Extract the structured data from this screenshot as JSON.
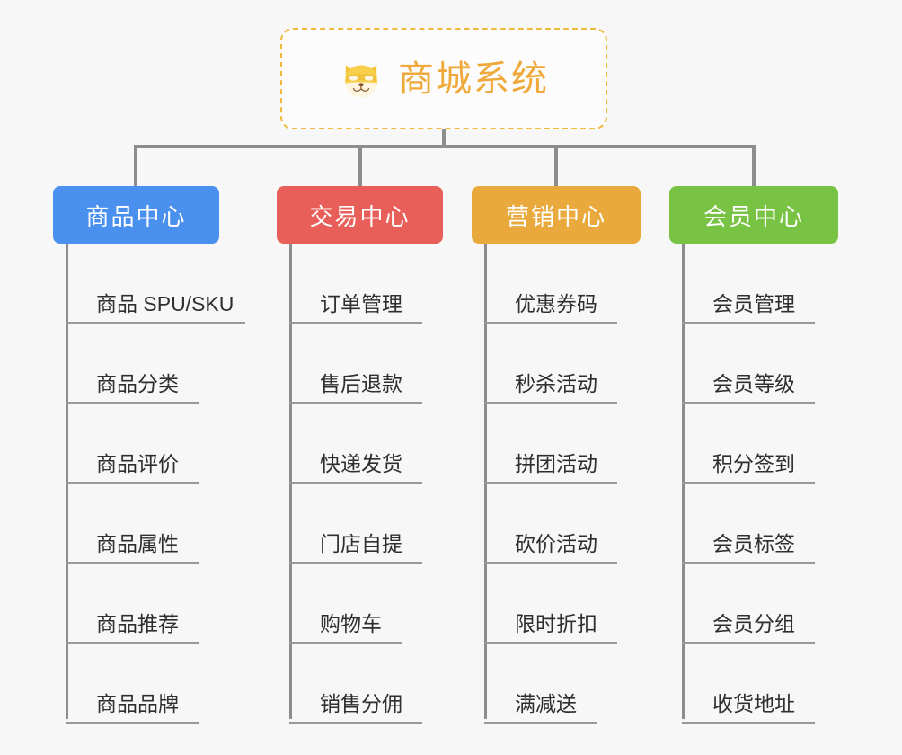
{
  "diagram": {
    "type": "mindmap-tree",
    "background_color": "#f7f7f7",
    "root": {
      "label": "商城系统",
      "icon": "dog-face-icon",
      "text_color": "#efa93a",
      "border_color": "#f0b93c",
      "border_style": "dashed",
      "background_color": "#fcfcfc"
    },
    "connector_color": "#8d8d8d",
    "leaf_underline_color": "#9a9a9a",
    "leaf_text_color": "#2f2f2f",
    "branches": [
      {
        "label": "商品中心",
        "color": "#4a90ee",
        "items": [
          "商品 SPU/SKU",
          "商品分类",
          "商品评价",
          "商品属性",
          "商品推荐",
          "商品品牌"
        ]
      },
      {
        "label": "交易中心",
        "color": "#e85f5a",
        "items": [
          "订单管理",
          "售后退款",
          "快递发货",
          "门店自提",
          "购物车",
          "销售分佣"
        ]
      },
      {
        "label": "营销中心",
        "color": "#e9a93c",
        "items": [
          "优惠券码",
          "秒杀活动",
          "拼团活动",
          "砍价活动",
          "限时折扣",
          "满减送"
        ]
      },
      {
        "label": "会员中心",
        "color": "#78c344",
        "items": [
          "会员管理",
          "会员等级",
          "积分签到",
          "会员标签",
          "会员分组",
          "收货地址"
        ]
      }
    ]
  }
}
